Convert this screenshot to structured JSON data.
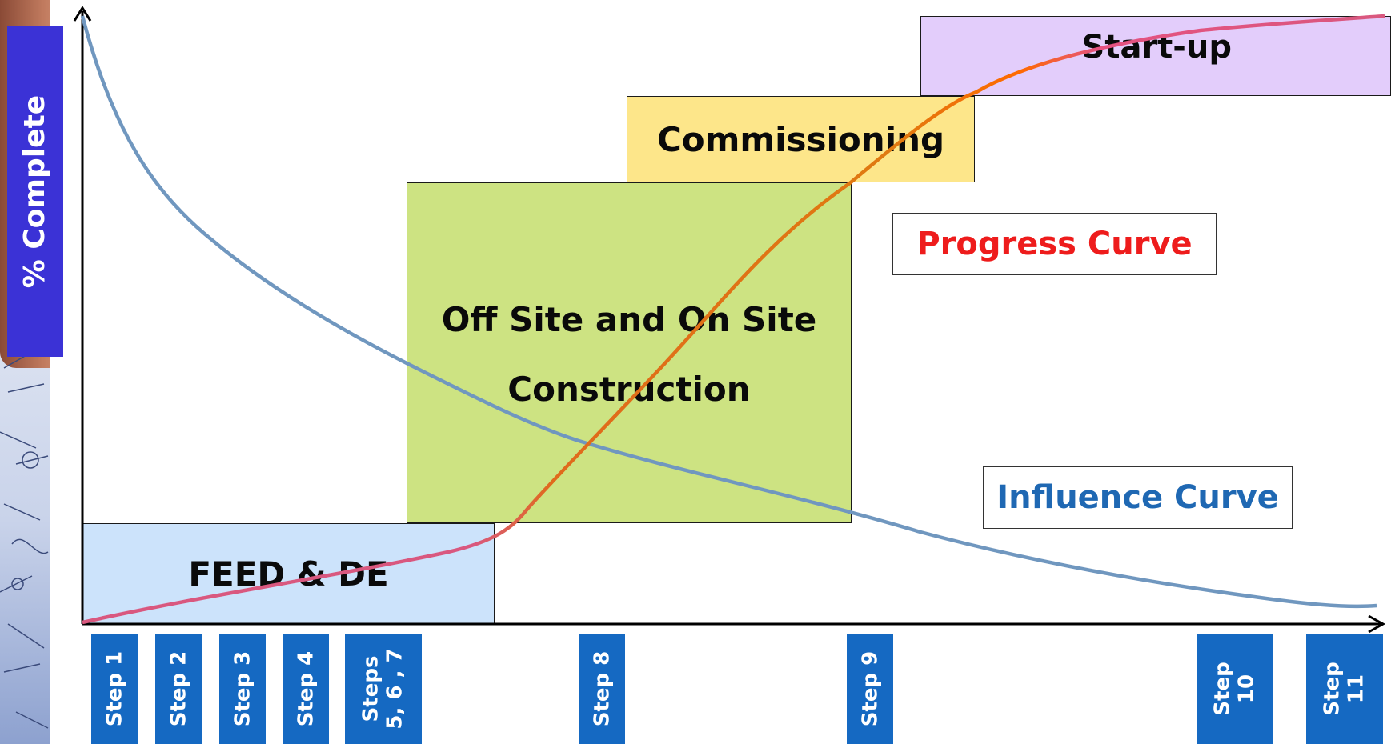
{
  "y_axis": {
    "label": "% Complete"
  },
  "phases": {
    "feed": "FEED & DE",
    "construction_line1": "Off Site and On Site",
    "construction_line2": "Construction",
    "commissioning": "Commissioning",
    "startup": "Start-up"
  },
  "legend": {
    "progress": "Progress Curve",
    "influence": "Influence Curve"
  },
  "steps": [
    "Step 1",
    "Step 2",
    "Step 3",
    "Step 4",
    "Steps\n5, 6 , 7",
    "Step 8",
    "Step 9",
    "Step\n10",
    "Step\n11"
  ],
  "colors": {
    "progress_curve": "#d9587f",
    "progress_curve_highlight": "#ff6a00",
    "influence_curve": "#7097bf",
    "y_label_bg": "#3b32d6",
    "step_bg": "#1569c2",
    "progress_legend_text": "#ee1c1c",
    "influence_legend_text": "#1f68b3"
  }
}
